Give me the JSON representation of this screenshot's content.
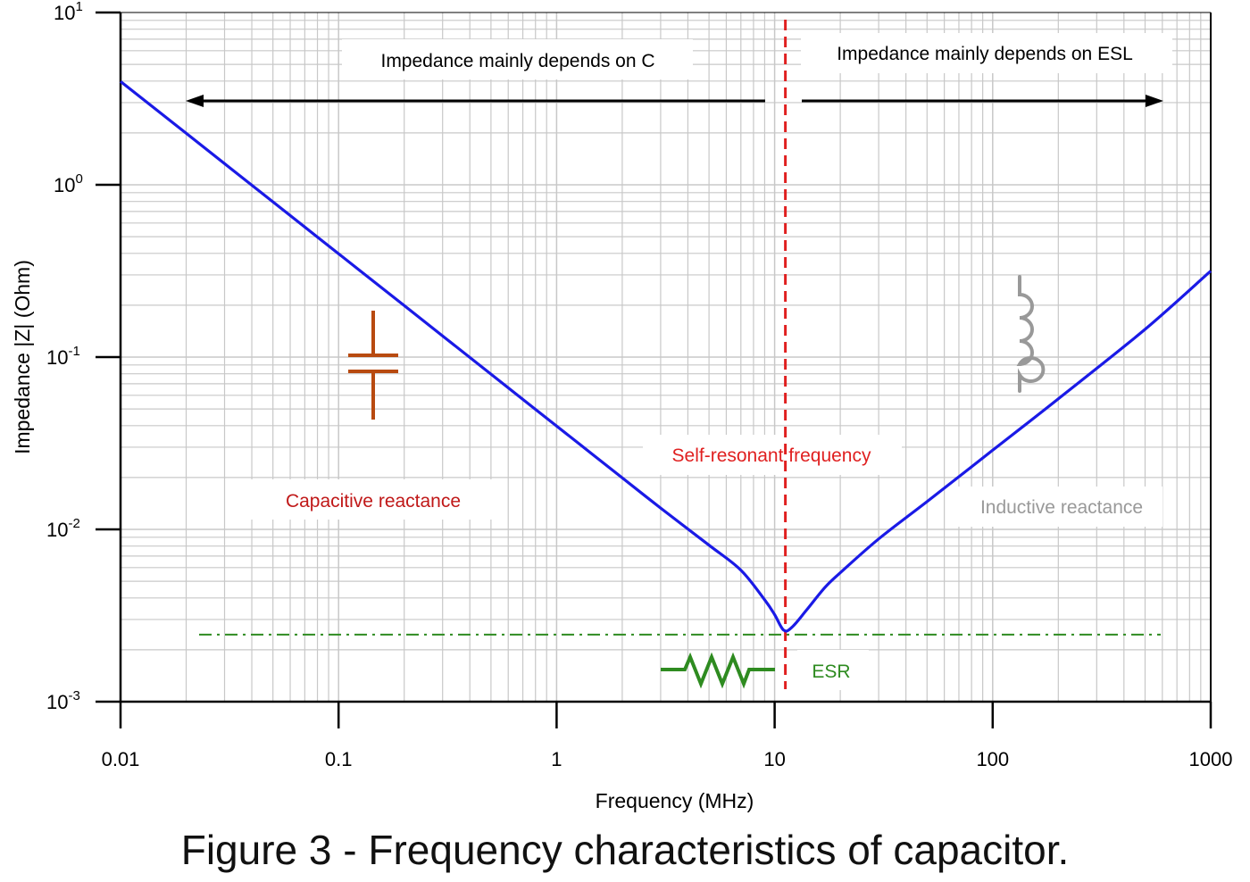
{
  "caption": "Figure 3 - Frequency characteristics of capacitor.",
  "chart_data": {
    "type": "line",
    "xlabel": "Frequency (MHz)",
    "ylabel": "Impedance |Z|  (Ohm)",
    "x_scale": "log",
    "y_scale": "log",
    "xlim": [
      0.01,
      1000
    ],
    "ylim": [
      0.001,
      10
    ],
    "x_ticks": [
      "0.01",
      "0.1",
      "1",
      "10",
      "100",
      "1000"
    ],
    "y_ticks": [
      {
        "base": "10",
        "exp": "1"
      },
      {
        "base": "10",
        "exp": "0"
      },
      {
        "base": "10",
        "exp": "-1"
      },
      {
        "base": "10",
        "exp": "-2"
      },
      {
        "base": "10",
        "exp": "-3"
      }
    ],
    "grid": true,
    "colors": {
      "curve": "#1a1ae6",
      "resonance": "#e02020",
      "esr": "#2e8b20",
      "capacitor": "#b84a10",
      "inductor": "#999999",
      "arrow": "#000000",
      "grid": "#c8c8c8"
    },
    "series": [
      {
        "x": [
          0.01,
          0.02,
          0.05,
          0.1,
          0.2,
          0.5,
          1,
          2,
          3,
          5,
          7,
          9,
          10,
          11,
          12,
          14,
          17,
          20,
          30,
          50,
          100,
          200,
          500,
          1000
        ],
        "values": [
          3.98,
          1.99,
          0.796,
          0.398,
          0.199,
          0.0796,
          0.0398,
          0.0199,
          0.0133,
          0.0081,
          0.0058,
          0.0039,
          0.0032,
          0.0026,
          0.0027,
          0.0034,
          0.0046,
          0.0056,
          0.0088,
          0.0145,
          0.0288,
          0.0573,
          0.145,
          0.316
        ]
      }
    ],
    "self_resonant_frequency_mhz": 11.2,
    "esr_ohm": 0.00245,
    "annotations": {
      "left_region": "Impedance mainly depends on C",
      "right_region": "Impedance mainly depends on ESL",
      "resonance_label": "Self-resonant frequency",
      "capacitive_label": "Capacitive reactance",
      "inductive_label": "Inductive reactance",
      "esr_label": "ESR"
    },
    "icons": [
      "capacitor-icon",
      "inductor-icon",
      "resistor-icon"
    ]
  }
}
